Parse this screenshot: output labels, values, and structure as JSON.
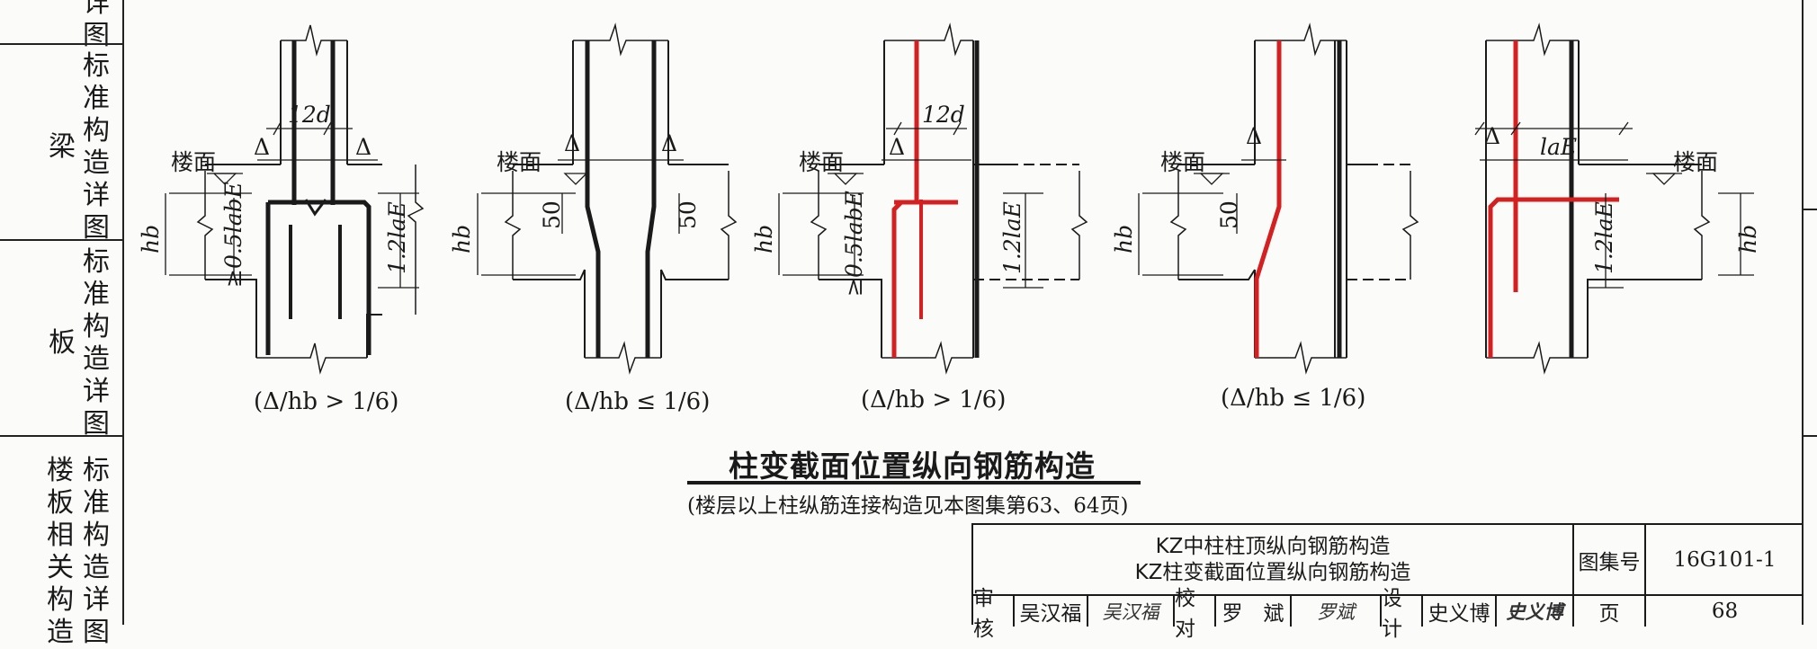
{
  "sidebar": {
    "top_fragment": [
      "详",
      "图"
    ],
    "sections": [
      {
        "category": "梁",
        "chars": [
          "标",
          "准",
          "构",
          "造",
          "详",
          "图"
        ]
      },
      {
        "category": "板",
        "chars": [
          "标",
          "准",
          "构",
          "造",
          "详",
          "图"
        ]
      },
      {
        "left_chars": [
          "楼",
          "板",
          "相",
          "关",
          "构",
          "造"
        ],
        "right_chars": [
          "标",
          "准",
          "构",
          "造",
          "详",
          "图"
        ]
      }
    ]
  },
  "labels": {
    "floor": "楼面",
    "delta": "Δ",
    "twelve_d": "12d",
    "h_b": "hb",
    "fifty": "50",
    "ge_half_labE": "≥0.5labE",
    "one_two_laE": "1.2laE",
    "l_aE": "laE"
  },
  "captions": [
    "(Δ/hb > 1/6)",
    "(Δ/hb ≤ 1/6)",
    "(Δ/hb > 1/6)",
    "(Δ/hb ≤ 1/6)"
  ],
  "main_title": "柱变截面位置纵向钢筋构造",
  "note": "(楼层以上柱纵筋连接构造见本图集第63、64页)",
  "title_block": {
    "title_line1": "KZ中柱柱顶纵向钢筋构造",
    "title_line2": "KZ柱变截面位置纵向钢筋构造",
    "atlas_label": "图集号",
    "atlas_no": "16G101-1",
    "review_label": "审核",
    "reviewer": "吴汉福",
    "reviewer_sig": "吴汉福",
    "check_label": "校对",
    "checker": "罗　斌",
    "checker_sig": "罗斌",
    "design_label": "设计",
    "designer": "史义博",
    "designer_sig": "史义博",
    "page_label": "页",
    "page_no": "68"
  },
  "colors": {
    "rebar_black": "#1a1a1a",
    "rebar_red": "#d42020",
    "line": "#1a1a1a"
  }
}
